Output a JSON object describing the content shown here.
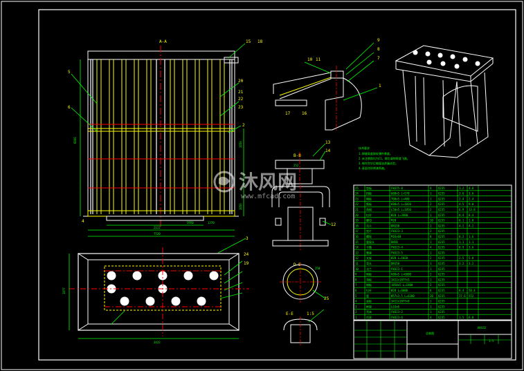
{
  "section_labels": {
    "aa": "A-A",
    "bb": "B-B",
    "dd": "D-D",
    "ee": "E-E",
    "ratio": "1:5"
  },
  "dimensions": {
    "front_width": "7520",
    "front_sub": "2122",
    "front_sub2": "5950",
    "front_sub3": "1370",
    "plan_width": "3422",
    "plan_height": "1877",
    "front_height": "6000",
    "right_h1": "1650",
    "right_h2": "1650",
    "bb_width": "252",
    "dd_width": "250"
  },
  "part_numbers": [
    "1",
    "2",
    "3",
    "4",
    "5",
    "6",
    "7",
    "8",
    "9",
    "10",
    "11",
    "12",
    "13",
    "14",
    "15",
    "16",
    "17",
    "18",
    "19",
    "20",
    "21",
    "22",
    "23",
    "24",
    "25"
  ],
  "watermark": {
    "brand": "沐风网",
    "url": "www.mfcad.com"
  },
  "title_block": {
    "drawing_no": "HAS32",
    "name_cell": "总装图",
    "scale": "1:5"
  },
  "bom_rows": [
    [
      "25",
      "垫板",
      "FW375-8",
      "4",
      "Q235",
      "1.2",
      "4.8"
    ],
    [
      "24",
      "挡板",
      "600x5 L=570",
      "1",
      "Q235",
      "3.6",
      "3.6"
    ],
    [
      "23",
      "隔板",
      "700x5 L=400",
      "1",
      "Q235",
      "2.4",
      "2.4"
    ],
    [
      "22",
      "筋板",
      "600x5 L=1020",
      "2",
      "Q235",
      "4.5",
      "9.0"
    ],
    [
      "21",
      "角钢",
      "L50x5 L=1850",
      "2",
      "Q235",
      "6.9",
      "13.8"
    ],
    [
      "20",
      "拉杆",
      "Ø20 L=3400",
      "1",
      "Q235",
      "8.4",
      "8.4"
    ],
    [
      "19",
      "螺母",
      "M20",
      "10",
      "Q235",
      "0.1",
      "1.0"
    ],
    [
      "18",
      "法兰",
      "DN150",
      "1",
      "Q235",
      "4.2",
      "4.2"
    ],
    [
      "17",
      "垫片",
      "FW323-3",
      "2",
      "Q235",
      "",
      "",
      ""
    ],
    [
      "16",
      "螺栓",
      "M16x60",
      "8",
      "Q235",
      "0.2",
      "1.6"
    ],
    [
      "15",
      "管接头",
      "DN50",
      "1",
      "Q235",
      "1.1",
      "1.1"
    ],
    [
      "14",
      "卡箍",
      "FW323-4",
      "4",
      "Q235",
      "0.9",
      "3.6"
    ],
    [
      "13",
      "管座",
      "FW323-5",
      "1",
      "Q235",
      "",
      "",
      ""
    ],
    [
      "12",
      "支架",
      "Ø20 L=1020",
      "2",
      "Q235",
      "2.5",
      "5.0"
    ],
    [
      "11",
      "弯头",
      "DN150",
      "1",
      "Q235",
      "3.2",
      "3.2"
    ],
    [
      "10",
      "法兰",
      "FW323-1",
      "1",
      "Q235",
      "",
      "",
      ""
    ],
    [
      "9",
      "侧板",
      "600x5 L=6000",
      "2",
      "Q235",
      "",
      "",
      ""
    ],
    [
      "8",
      "顶板",
      "3422x1877x5",
      "1",
      "Q235",
      "",
      "",
      ""
    ],
    [
      "7",
      "隔板",
      "1850x5 L=1800",
      "2",
      "Q235",
      "",
      "",
      ""
    ],
    [
      "6",
      "拉杆",
      "Ø20 L=6000",
      "6",
      "Q235",
      "8.4",
      "50.4"
    ],
    [
      "5",
      "管",
      "Ø57x3.5 L=6200",
      "20",
      "Q235",
      "27.6",
      "552"
    ],
    [
      "4",
      "底板",
      "3422x1877x8",
      "1",
      "Q235",
      "",
      "",
      ""
    ],
    [
      "3",
      "框架",
      "L63x6",
      "1",
      "Q235",
      "",
      "",
      ""
    ],
    [
      "2",
      "壳体",
      "FW323-2",
      "1",
      "Q235",
      "",
      "",
      ""
    ],
    [
      "1",
      "吊耳",
      "FW323-6",
      "4",
      "Q235",
      "1.5",
      "6.0"
    ]
  ],
  "notes": {
    "title": "技术要求",
    "lines": [
      "1.焊缝高度按较薄件厚度。",
      "2.未注倒角均为C1，焊后清除焊渣飞溅。",
      "3.制作完毕后做煤油渗漏试验。",
      "4.表面涂防锈漆两遍。"
    ]
  },
  "colors": {
    "background": "#000000",
    "frame": "#ffffff",
    "part_lines": "#ffff00",
    "center_lines": "#ff0000",
    "dim_lines": "#00ff00",
    "hidden_lines": "#00ffff"
  }
}
